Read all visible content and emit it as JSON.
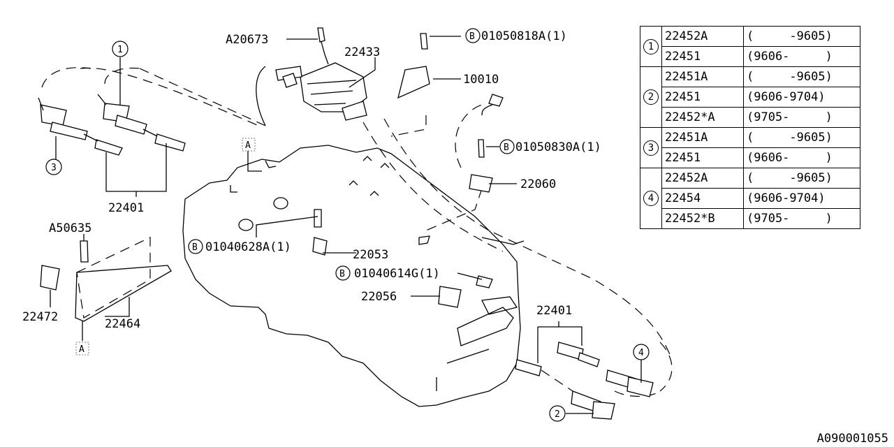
{
  "labels": {
    "a20673": "A20673",
    "p22433": "22433",
    "b01050818a": "01050818A(1)",
    "p10010": "10010",
    "b01050830a": "01050830A(1)",
    "p22060": "22060",
    "b01040628a": "01040628A(1)",
    "p22053": "22053",
    "b01040614g": "01040614G(1)",
    "p22056": "22056",
    "p22401_left": "22401",
    "p22401_right": "22401",
    "a50635": "A50635",
    "p22472": "22472",
    "p22464": "22464"
  },
  "bolt_prefix": "B",
  "ref_mark": "A",
  "callouts": {
    "c1": "1",
    "c2": "2",
    "c3": "3",
    "c4": "4"
  },
  "table": [
    {
      "ref": "1",
      "rows": [
        {
          "part": "22452A",
          "range": "(     -9605)"
        },
        {
          "part": "22451",
          "range": "(9606-     )"
        }
      ]
    },
    {
      "ref": "2",
      "rows": [
        {
          "part": "22451A",
          "range": "(     -9605)"
        },
        {
          "part": "22451",
          "range": "(9606-9704)"
        },
        {
          "part": "22452*A",
          "range": "(9705-     )"
        }
      ]
    },
    {
      "ref": "3",
      "rows": [
        {
          "part": "22451A",
          "range": "(     -9605)"
        },
        {
          "part": "22451",
          "range": "(9606-     )"
        }
      ]
    },
    {
      "ref": "4",
      "rows": [
        {
          "part": "22452A",
          "range": "(     -9605)"
        },
        {
          "part": "22454",
          "range": "(9606-9704)"
        },
        {
          "part": "22452*B",
          "range": "(9705-     )"
        }
      ]
    }
  ],
  "diagram_code": "A090001055"
}
